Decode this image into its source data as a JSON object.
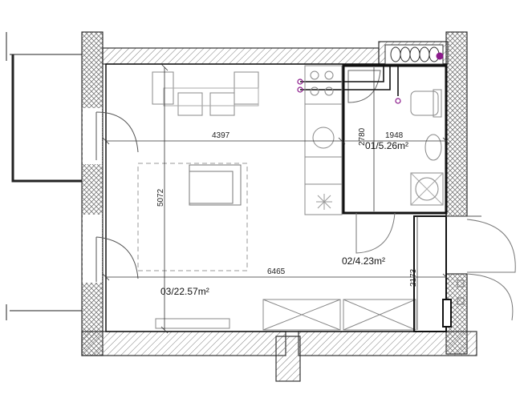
{
  "plan": {
    "rooms": [
      {
        "code": "01/5.26m²"
      },
      {
        "code": "02/4.23m²"
      },
      {
        "code": "03/22.57m²"
      }
    ],
    "dimensions": {
      "living_width_upper": "4397",
      "living_depth": "5072",
      "living_width_lower": "6465",
      "bath_width": "1948",
      "bath_depth": "2780",
      "hall_depth": "2173"
    },
    "colors": {
      "wall_line": "#333333",
      "hatch": "#777777",
      "furniture": "#888888",
      "pipe_accent": "#8b1a8b"
    }
  }
}
